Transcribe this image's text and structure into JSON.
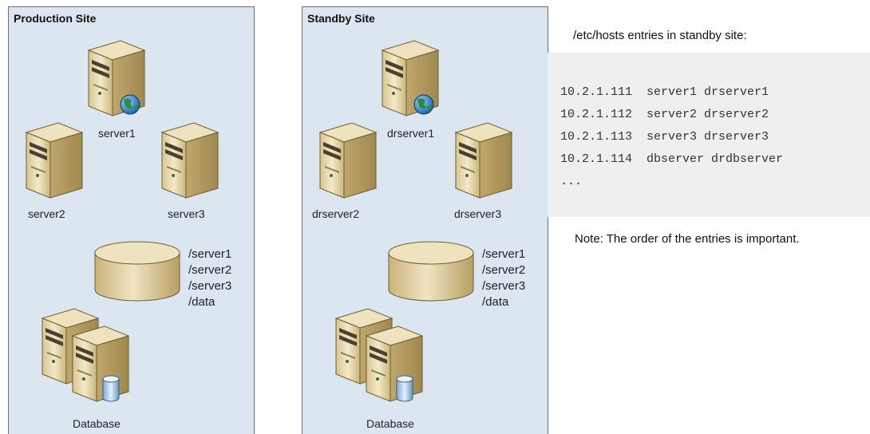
{
  "production_site": {
    "title": "Production Site",
    "servers": [
      "server1",
      "server2",
      "server3"
    ],
    "filesystems": [
      "/server1",
      "/server2",
      "/server3",
      "/data"
    ],
    "database_label": "Database"
  },
  "standby_site": {
    "title": "Standby Site",
    "servers": [
      "drserver1",
      "drserver2",
      "drserver3"
    ],
    "filesystems": [
      "/server1",
      "/server2",
      "/server3",
      "/data"
    ],
    "database_label": "Database"
  },
  "hosts_panel": {
    "title": "/etc/hosts entries in standby site:",
    "lines": [
      "10.2.1.111  server1 drserver1",
      "10.2.1.112  server2 drserver2",
      "10.2.1.113  server3 drserver3",
      "10.2.1.114  dbserver drdbserver",
      "..."
    ]
  },
  "note": "Note: The order of the entries is important.",
  "colors": {
    "site_background": "#dce6f0",
    "server_body": "#e6d7ad",
    "storage": "#dccb98",
    "globe": "#2e7d32",
    "db_cylinder": "#9fc3e6"
  }
}
